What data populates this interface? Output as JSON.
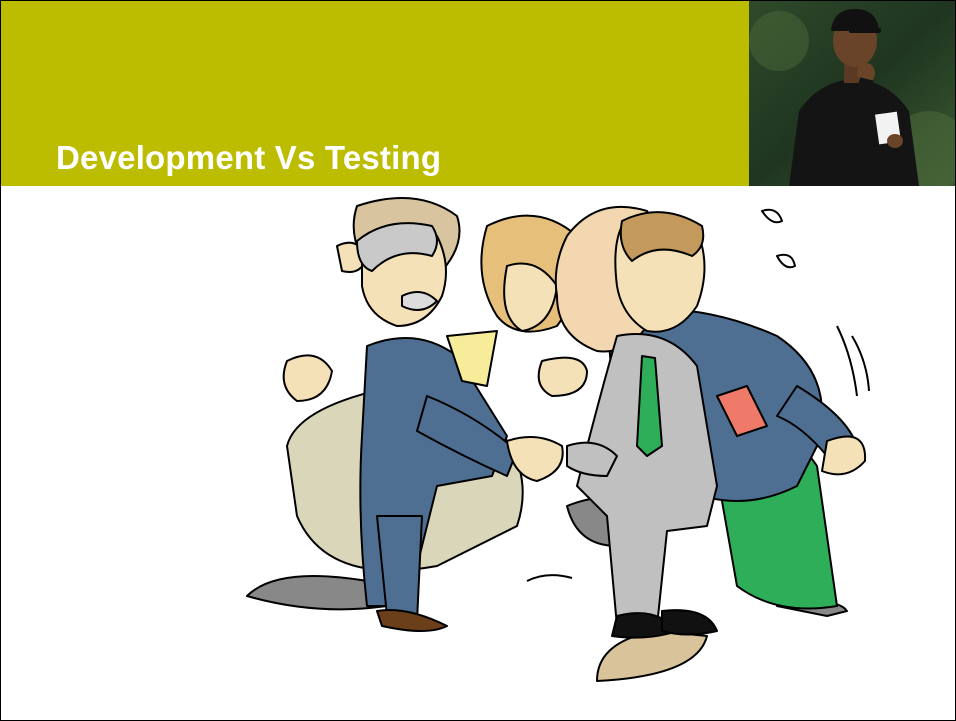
{
  "slide": {
    "title": "Development Vs Testing"
  },
  "colors": {
    "header_band": "#bcbc00",
    "title_text": "#ffffff",
    "background": "#ffffff"
  },
  "images": {
    "photo": "golfer-portrait-photo",
    "illustration": "businessmen-crowd-handshake-cartoon"
  }
}
